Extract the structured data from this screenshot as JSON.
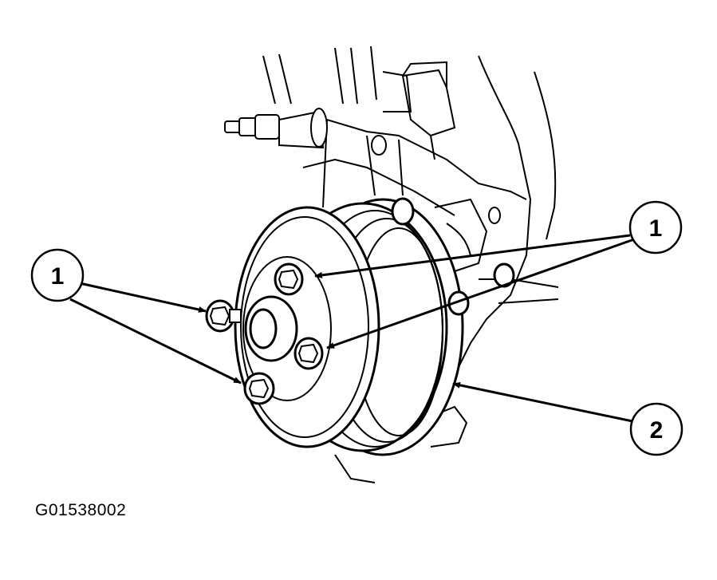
{
  "callouts": [
    {
      "label": "1"
    },
    {
      "label": "1"
    },
    {
      "label": "2"
    }
  ],
  "figure_id": "G01538002",
  "colors": {
    "ink": "#000000",
    "paper": "#ffffff"
  }
}
